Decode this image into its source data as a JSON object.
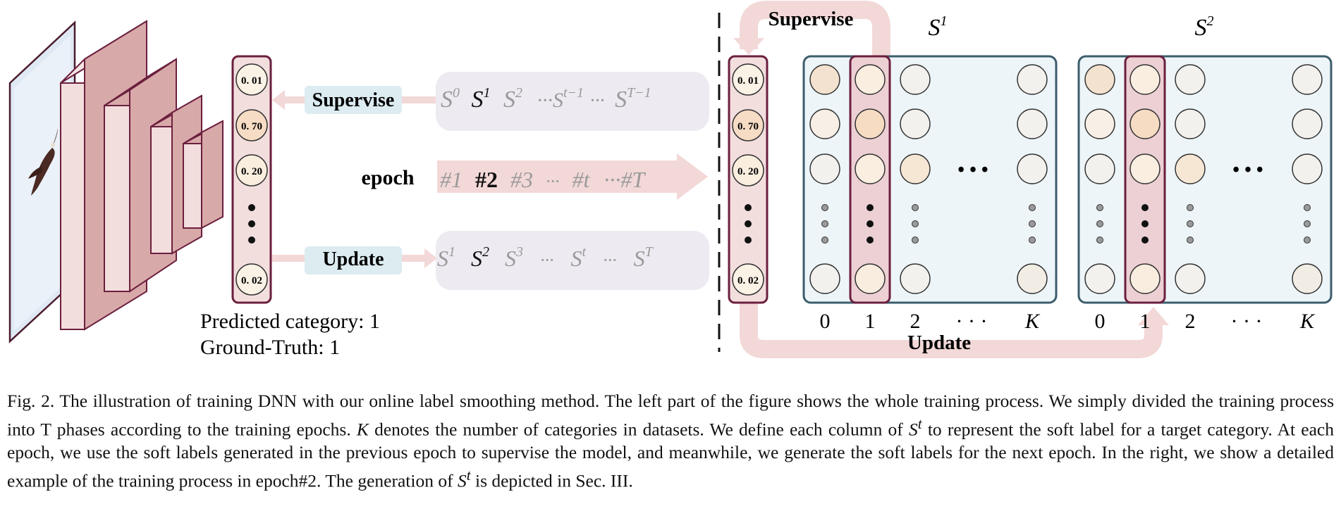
{
  "colors": {
    "layer_face": "#f3dede",
    "layer_side": "#d8a9a9",
    "layer_edge": "#6b1f3e",
    "arrow_pink": "#f3d8d8",
    "label_box_blue": "#dcecf1",
    "seq_box_gray": "#eeeaf2",
    "matrix_bg": "#edf5f8",
    "matrix_edge": "#3c5d6c",
    "highlight_col": "#ecd0d4",
    "dim_text": "#9a9a9a",
    "sky": "#dfe9f4"
  },
  "left": {
    "output_values": [
      "0. 01",
      "0. 70",
      "0. 20",
      "0. 02"
    ],
    "supervise_label": "Supervise",
    "epoch_label": "epoch",
    "update_label": "Update",
    "supervise_seq": [
      "S",
      "S",
      "S",
      "···S",
      "···",
      "S"
    ],
    "supervise_sup": [
      "0",
      "1",
      "2",
      "t−1",
      "",
      "T−1"
    ],
    "epoch_seq": [
      "#1",
      "#2",
      "#3",
      "···",
      "#t",
      "···#T"
    ],
    "update_seq": [
      "S",
      "S",
      "S",
      "···",
      "S",
      "···",
      "S"
    ],
    "update_sup": [
      "1",
      "2",
      "3",
      "",
      "t",
      "",
      "T"
    ],
    "predicted": "Predicted category: 1",
    "ground_truth": "Ground-Truth: 1"
  },
  "right": {
    "supervise_label": "Supervise",
    "update_label": "Update",
    "output_values": [
      "0. 01",
      "0. 70",
      "0. 20",
      "0. 02"
    ],
    "matrix1_title": "S",
    "matrix1_sup": "1",
    "matrix2_title": "S",
    "matrix2_sup": "2",
    "col_labels": [
      "0",
      "1",
      "2",
      "· · ·",
      "K"
    ],
    "ellipsis": "• • •"
  },
  "caption": {
    "p1": "Fig. 2.  The illustration of training DNN with our online label smoothing method. The left part of the figure shows the whole training process. We simply divided the training process into T phases according to the training epochs. ",
    "k": "K",
    "p2": " denotes the number of categories in datasets. We define each column of ",
    "s1": "S",
    "t1": "t",
    "p3": " to represent the soft label for a target category. At each epoch, we use the soft labels generated in the previous epoch to supervise the model, and meanwhile, we generate the soft labels for the next epoch. In the right, we show a detailed example of the training process in epoch#2. The generation of ",
    "s2": "S",
    "t2": "t",
    "p4": " is depicted in Sec. III."
  }
}
